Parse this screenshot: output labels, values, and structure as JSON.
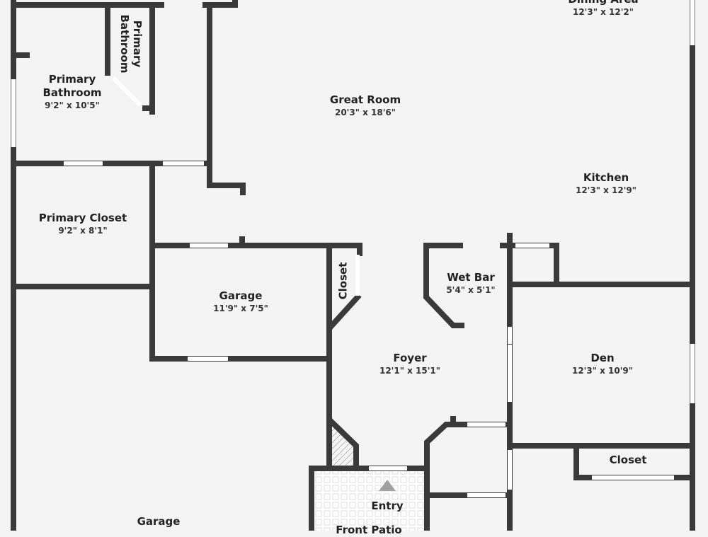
{
  "rooms": [
    {
      "name": "Dining Area",
      "dims": "12'3\" x 12'2\""
    },
    {
      "name": "Primary Bathroom",
      "dims": ""
    },
    {
      "name": "Primary Bathroom",
      "dims": "9'2\" x 10'5\""
    },
    {
      "name": "Great Room",
      "dims": "20'3\" x 18'6\""
    },
    {
      "name": "Kitchen",
      "dims": "12'3\" x 12'9\""
    },
    {
      "name": "Primary Closet",
      "dims": "9'2\" x 8'1\""
    },
    {
      "name": "Garage",
      "dims": "11'9\" x 7'5\""
    },
    {
      "name": "Closet",
      "dims": ""
    },
    {
      "name": "Wet Bar",
      "dims": "5'4\" x 5'1\""
    },
    {
      "name": "Foyer",
      "dims": "12'1\" x 15'1\""
    },
    {
      "name": "Den",
      "dims": "12'3\" x 10'9\""
    },
    {
      "name": "Closet",
      "dims": ""
    },
    {
      "name": "Entry",
      "dims": ""
    },
    {
      "name": "Front Patio",
      "dims": ""
    },
    {
      "name": "Garage",
      "dims": ""
    }
  ],
  "colors": {
    "wall": "#3a3a3a",
    "floor": "#f4f4f4",
    "entry_marker": "#a0a0a0"
  }
}
